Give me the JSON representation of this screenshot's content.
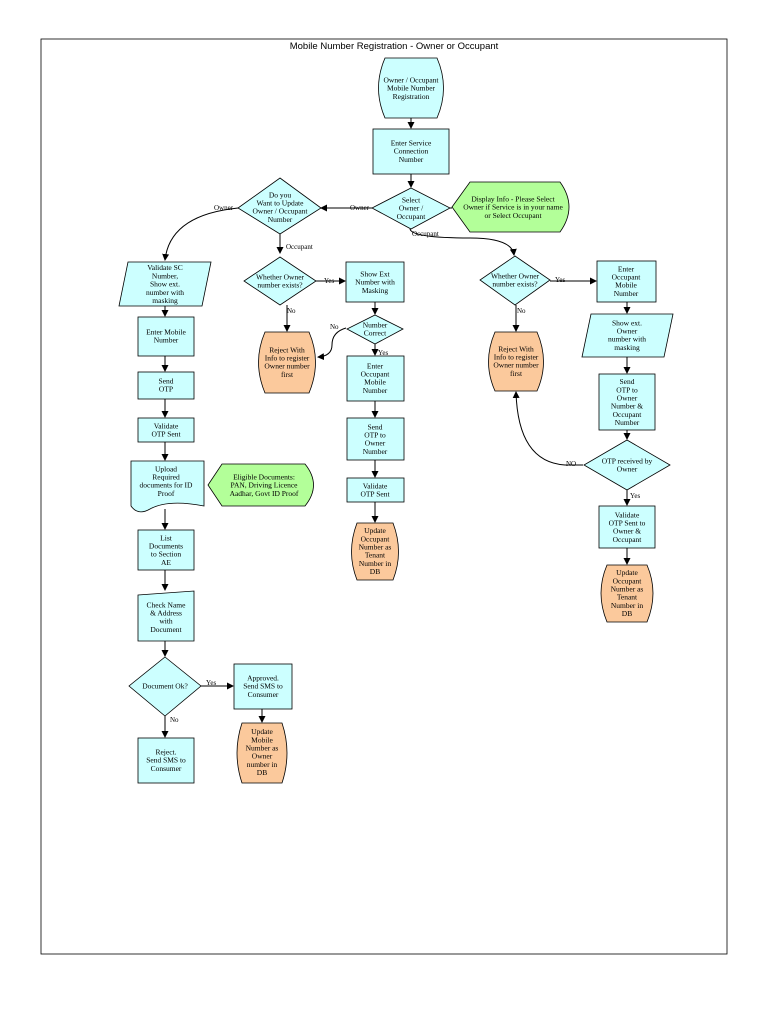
{
  "title": "Mobile Number Registration - Owner or Occupant",
  "colors": {
    "process": "#ccffff",
    "terminal_end": "#fbc99c",
    "note": "#b3ff99",
    "start": "#ccffff",
    "line": "#000000"
  },
  "nodes": {
    "start": [
      "Owner / Occupant",
      "Mobile Number",
      "Registration"
    ],
    "enter_sc": [
      "Enter Service",
      "Connection",
      "Number"
    ],
    "select_owner": [
      "Select",
      "Owner /",
      "Occupant"
    ],
    "display_info": [
      "Display Info - Please Select",
      "Owner if Service is in your name",
      "or Select Occupant"
    ],
    "want_update": [
      "Do you",
      "Want to Update",
      "Owner / Occupant",
      "Number"
    ],
    "validate_sc": [
      "Validate SC",
      "Number,",
      "Show ext.",
      "number with",
      "masking"
    ],
    "enter_mobile": [
      "Enter Mobile",
      "Number"
    ],
    "send_otp_left": [
      "Send",
      "OTP"
    ],
    "validate_otp_left": [
      "Validate",
      "OTP Sent"
    ],
    "upload_docs": [
      "Upload",
      "Required",
      "documents for ID",
      "Proof"
    ],
    "eligible_docs": [
      "Eligible Documents:",
      "PAN, Driving Licence",
      "Aadhar, Govt ID Proof"
    ],
    "list_docs": [
      "List",
      "Documents",
      "to Section",
      "AE"
    ],
    "check_name": [
      "Check Name",
      "& Address",
      "with",
      "Document"
    ],
    "document_ok": [
      "Document Ok?"
    ],
    "approved": [
      "Approved.",
      "Send SMS to",
      "Consumer"
    ],
    "reject_sms": [
      "Reject.",
      "Send SMS to",
      "Consumer"
    ],
    "update_owner_db": [
      "Update",
      "Mobile",
      "Number as",
      "Owner",
      "number in",
      "DB"
    ],
    "owner_exists_mid": [
      "Whether Owner",
      "number exists?"
    ],
    "reject_info_mid": [
      "Reject With",
      "Info to register",
      "Owner number",
      "first"
    ],
    "show_ext_mid": [
      "Show Ext",
      "Number with",
      "Masking"
    ],
    "number_correct": [
      "Number",
      "Correct"
    ],
    "enter_occ_mid": [
      "Enter",
      "Occupant",
      "Mobile",
      "Number"
    ],
    "send_otp_owner": [
      "Send",
      "OTP to",
      "Owner",
      "Number"
    ],
    "validate_otp_mid": [
      "Validate",
      "OTP Sent"
    ],
    "update_occ_db": [
      "Update",
      "Occupant",
      "Number as",
      "Tenant",
      "Number in",
      "DB"
    ],
    "owner_exists_right": [
      "Whether Owner",
      "number exists?"
    ],
    "reject_info_right": [
      "Reject With",
      "Info to register",
      "Owner number",
      "first"
    ],
    "enter_occ_right": [
      "Enter",
      "Occupant",
      "Mobile",
      "Number"
    ],
    "show_ext_right": [
      "Show ext.",
      "Owner",
      "number with",
      "masking"
    ],
    "send_otp_both": [
      "Send",
      "OTP to",
      "Owner",
      "Number &",
      "Occupant",
      "Number"
    ],
    "otp_received": [
      "OTP received by",
      "Owner"
    ],
    "validate_otp_both": [
      "Validate",
      "OTP Sent to",
      "Owner &",
      "Occupant"
    ],
    "update_tenant_db": [
      "Update",
      "Occupant",
      "Number as",
      "Tenant",
      "Number in",
      "DB"
    ]
  },
  "edge_labels": {
    "owner_top": "Owner",
    "owner_left": "Owner",
    "occupant_mid": "Occupant",
    "occupant_right": "Occupant",
    "yes_mid": "Yes",
    "no_mid": "No",
    "no_correct": "No",
    "yes_correct": "Yes",
    "yes_right": "Yes",
    "no_right": "No",
    "no_otp": "NO",
    "yes_otp": "Yes",
    "yes_doc": "Yes",
    "no_doc": "No"
  }
}
